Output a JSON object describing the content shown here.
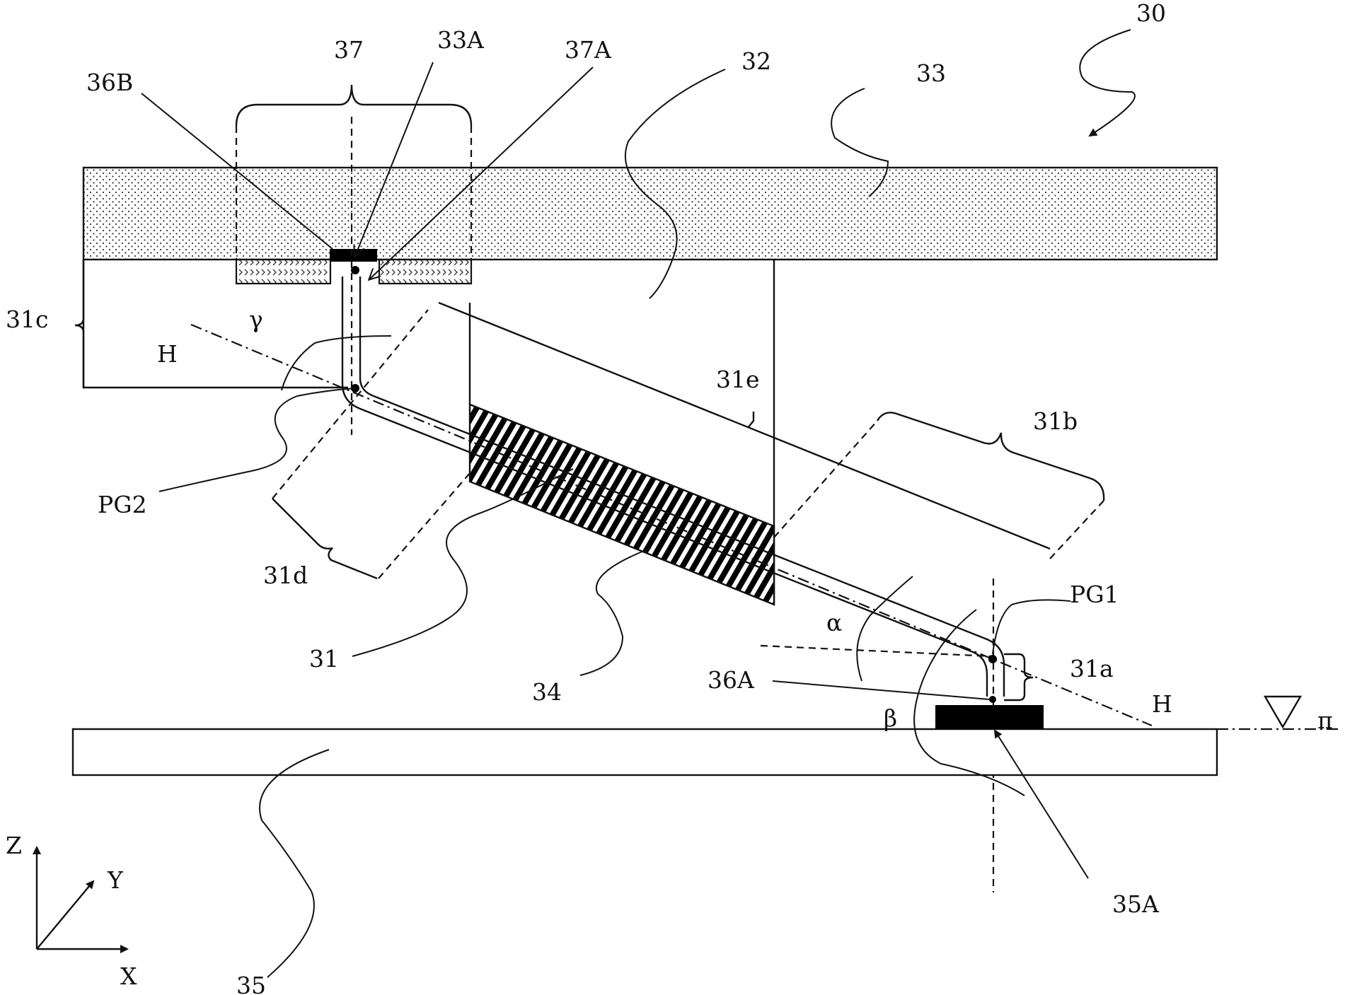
{
  "labels": {
    "device": "30",
    "upper_plate": "33",
    "gap_region": "32",
    "bracket_37": "37",
    "point_33A": "33A",
    "point_37A": "37A",
    "pad_36B": "36B",
    "segment_31c": "31c",
    "angle_gamma": "γ",
    "axis_H_left": "H",
    "segment_31e": "31e",
    "segment_31b": "31b",
    "point_PG2": "PG2",
    "segment_31d": "31d",
    "beam_31": "31",
    "hatched_34": "34",
    "point_PG1": "PG1",
    "angle_alpha": "α",
    "segment_31a": "31a",
    "pad_36A": "36A",
    "axis_H_right": "H",
    "angle_beta": "β",
    "plane_pi": "π",
    "lower_plate": "35",
    "point_35A": "35A",
    "axis_z": "Z",
    "axis_y": "Y",
    "axis_x": "X"
  }
}
